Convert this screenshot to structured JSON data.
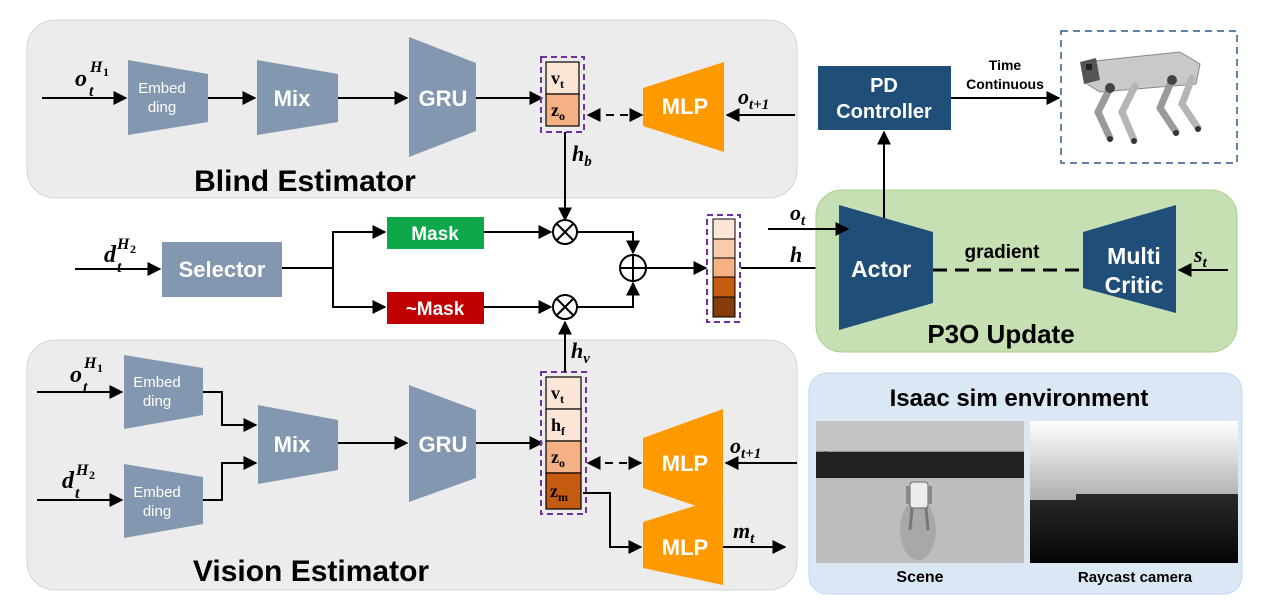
{
  "blind": {
    "title": "Blind Estimator",
    "input_o": "o",
    "input_o_sub": "t",
    "input_o_sup": "H",
    "input_o_sup_sub": "1",
    "embed_1": "Embed",
    "embed_2": "ding",
    "mix": "Mix",
    "gru": "GRU",
    "cell_v": "v",
    "cell_v_sub": "t",
    "cell_z": "z",
    "cell_z_sub": "o",
    "mlp": "MLP",
    "mlp_input": "o",
    "mlp_input_sub": "t+1",
    "out": "h",
    "out_sub": "b"
  },
  "vision": {
    "title": "Vision Estimator",
    "input_o": "o",
    "input_o_sub": "t",
    "input_o_sup": "H",
    "input_o_sup_sub": "1",
    "input_d": "d",
    "input_d_sub": "t",
    "input_d_sup": "H",
    "input_d_sup_sub": "2",
    "embed_1": "Embed",
    "embed_2": "ding",
    "mix": "Mix",
    "gru": "GRU",
    "cell_v": "v",
    "cell_v_sub": "t",
    "cell_h": "h",
    "cell_h_sub": "f",
    "cell_z": "z",
    "cell_z_sub": "o",
    "cell_zm": "z",
    "cell_zm_sub": "m",
    "mlp": "MLP",
    "mlp_input": "o",
    "mlp_input_sub": "t+1",
    "mlp2": "MLP",
    "mlp2_out": "m",
    "mlp2_out_sub": "t",
    "out": "h",
    "out_sub": "v"
  },
  "selector": {
    "input": "d",
    "input_sub": "t",
    "input_sup": "H",
    "input_sup_sub": "2",
    "label": "Selector",
    "mask": "Mask",
    "not_mask": "~Mask",
    "mask_color": "#0ea84a",
    "not_mask_color": "#c00000"
  },
  "policy": {
    "h_label": "h",
    "o_label": "o",
    "o_sub": "t",
    "actor": "Actor",
    "gradient": "gradient",
    "critic_1": "Multi",
    "critic_2": "Critic",
    "s_label": "s",
    "s_sub": "t",
    "title": "P3O Update",
    "pd_1": "PD",
    "pd_2": "Controller",
    "time_1": "Time",
    "time_2": "Continuous"
  },
  "sim": {
    "title": "Isaac sim environment",
    "scene_caption": "Scene",
    "raycast_caption": "Raycast camera"
  },
  "colors": {
    "gray_block": "#8497b0",
    "orange": "#ff9900",
    "navy": "#1f4e79",
    "green_panel": "#c6e0b4",
    "blue_panel": "#dae8f5",
    "gray_panel": "#ececec",
    "cell_light": "#fbe5d6",
    "cell_mid": "#f4b183",
    "cell_dark": "#c55a11",
    "cell_darkest": "#843c0c"
  }
}
